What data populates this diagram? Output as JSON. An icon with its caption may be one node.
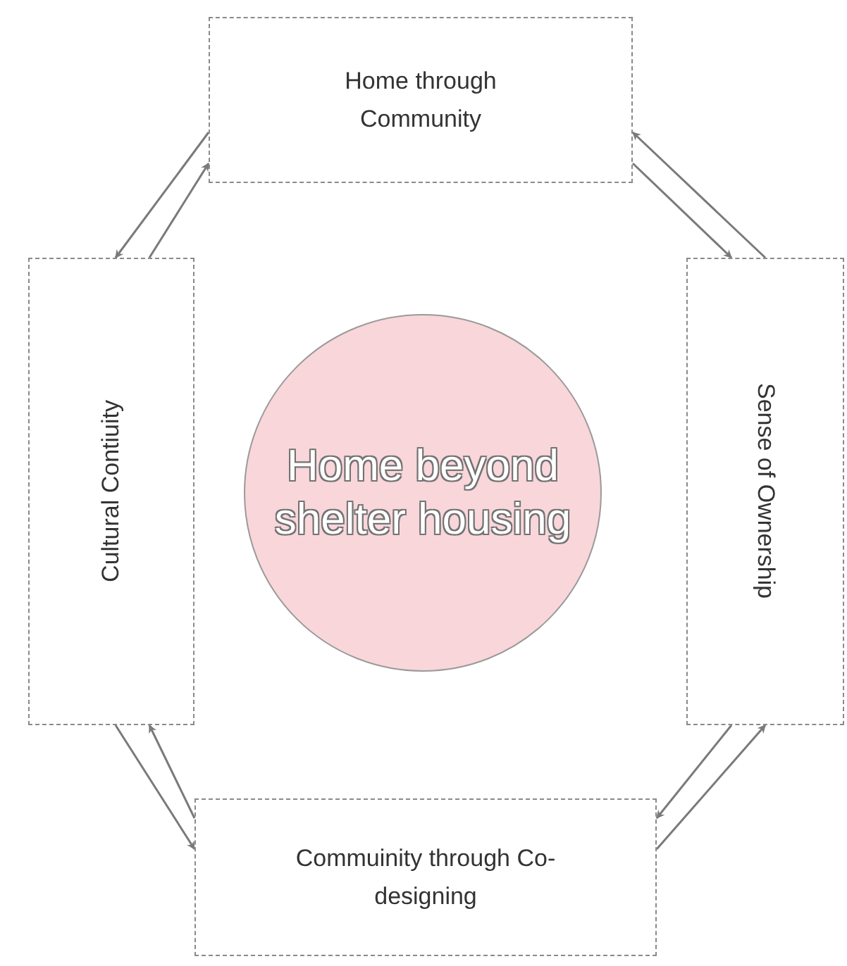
{
  "diagram": {
    "nodes": [
      {
        "text": [
          "Home through Community"
        ]
      },
      {
        "text": [
          "Cultural Contiuity"
        ]
      },
      {
        "text": [
          "Home beyond shelter housing"
        ]
      },
      {
        "text": [
          "Sense of Ownership"
        ]
      },
      {
        "text": [
          "Commuinity through Co-designing"
        ]
      }
    ],
    "edges": [
      {
        "from": 0,
        "to": 1,
        "arrow": "to"
      },
      {
        "from": 1,
        "to": 0,
        "arrow": "to"
      },
      {
        "from": 3,
        "to": 0,
        "arrow": "to"
      },
      {
        "from": 0,
        "to": 3,
        "arrow": "to"
      },
      {
        "from": 4,
        "to": 1,
        "arrow": "to"
      },
      {
        "from": 1,
        "to": 4,
        "arrow": "to"
      },
      {
        "from": 3,
        "to": 4,
        "arrow": "to"
      },
      {
        "from": 4,
        "to": 3,
        "arrow": "to"
      }
    ]
  }
}
